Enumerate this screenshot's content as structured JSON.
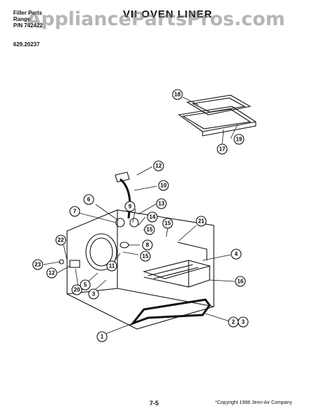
{
  "header": {
    "line1": "Filler Parts",
    "line2": "Range",
    "line3": "P/N 742422"
  },
  "page_title": "VII OVEN LINER",
  "model_number": "629.20237",
  "watermark": "AppliancePartsPros.com",
  "footer": {
    "page_number": "7-5",
    "copyright": "*Copyright 1988 Jenn-Air Company"
  },
  "callouts": {
    "c1": "1",
    "c2": "2",
    "c3a": "3",
    "c3b": "3",
    "c4": "4",
    "c5": "5",
    "c6": "6",
    "c7": "7",
    "c8": "8",
    "c9": "9",
    "c10": "10",
    "c11": "11",
    "c12a": "12",
    "c12b": "12",
    "c13": "13",
    "c14": "14",
    "c15a": "15",
    "c15b": "15",
    "c15c": "15",
    "c16": "16",
    "c17": "17",
    "c18": "18",
    "c19": "19",
    "c20": "20",
    "c21": "21",
    "c22": "22",
    "c23": "23"
  }
}
